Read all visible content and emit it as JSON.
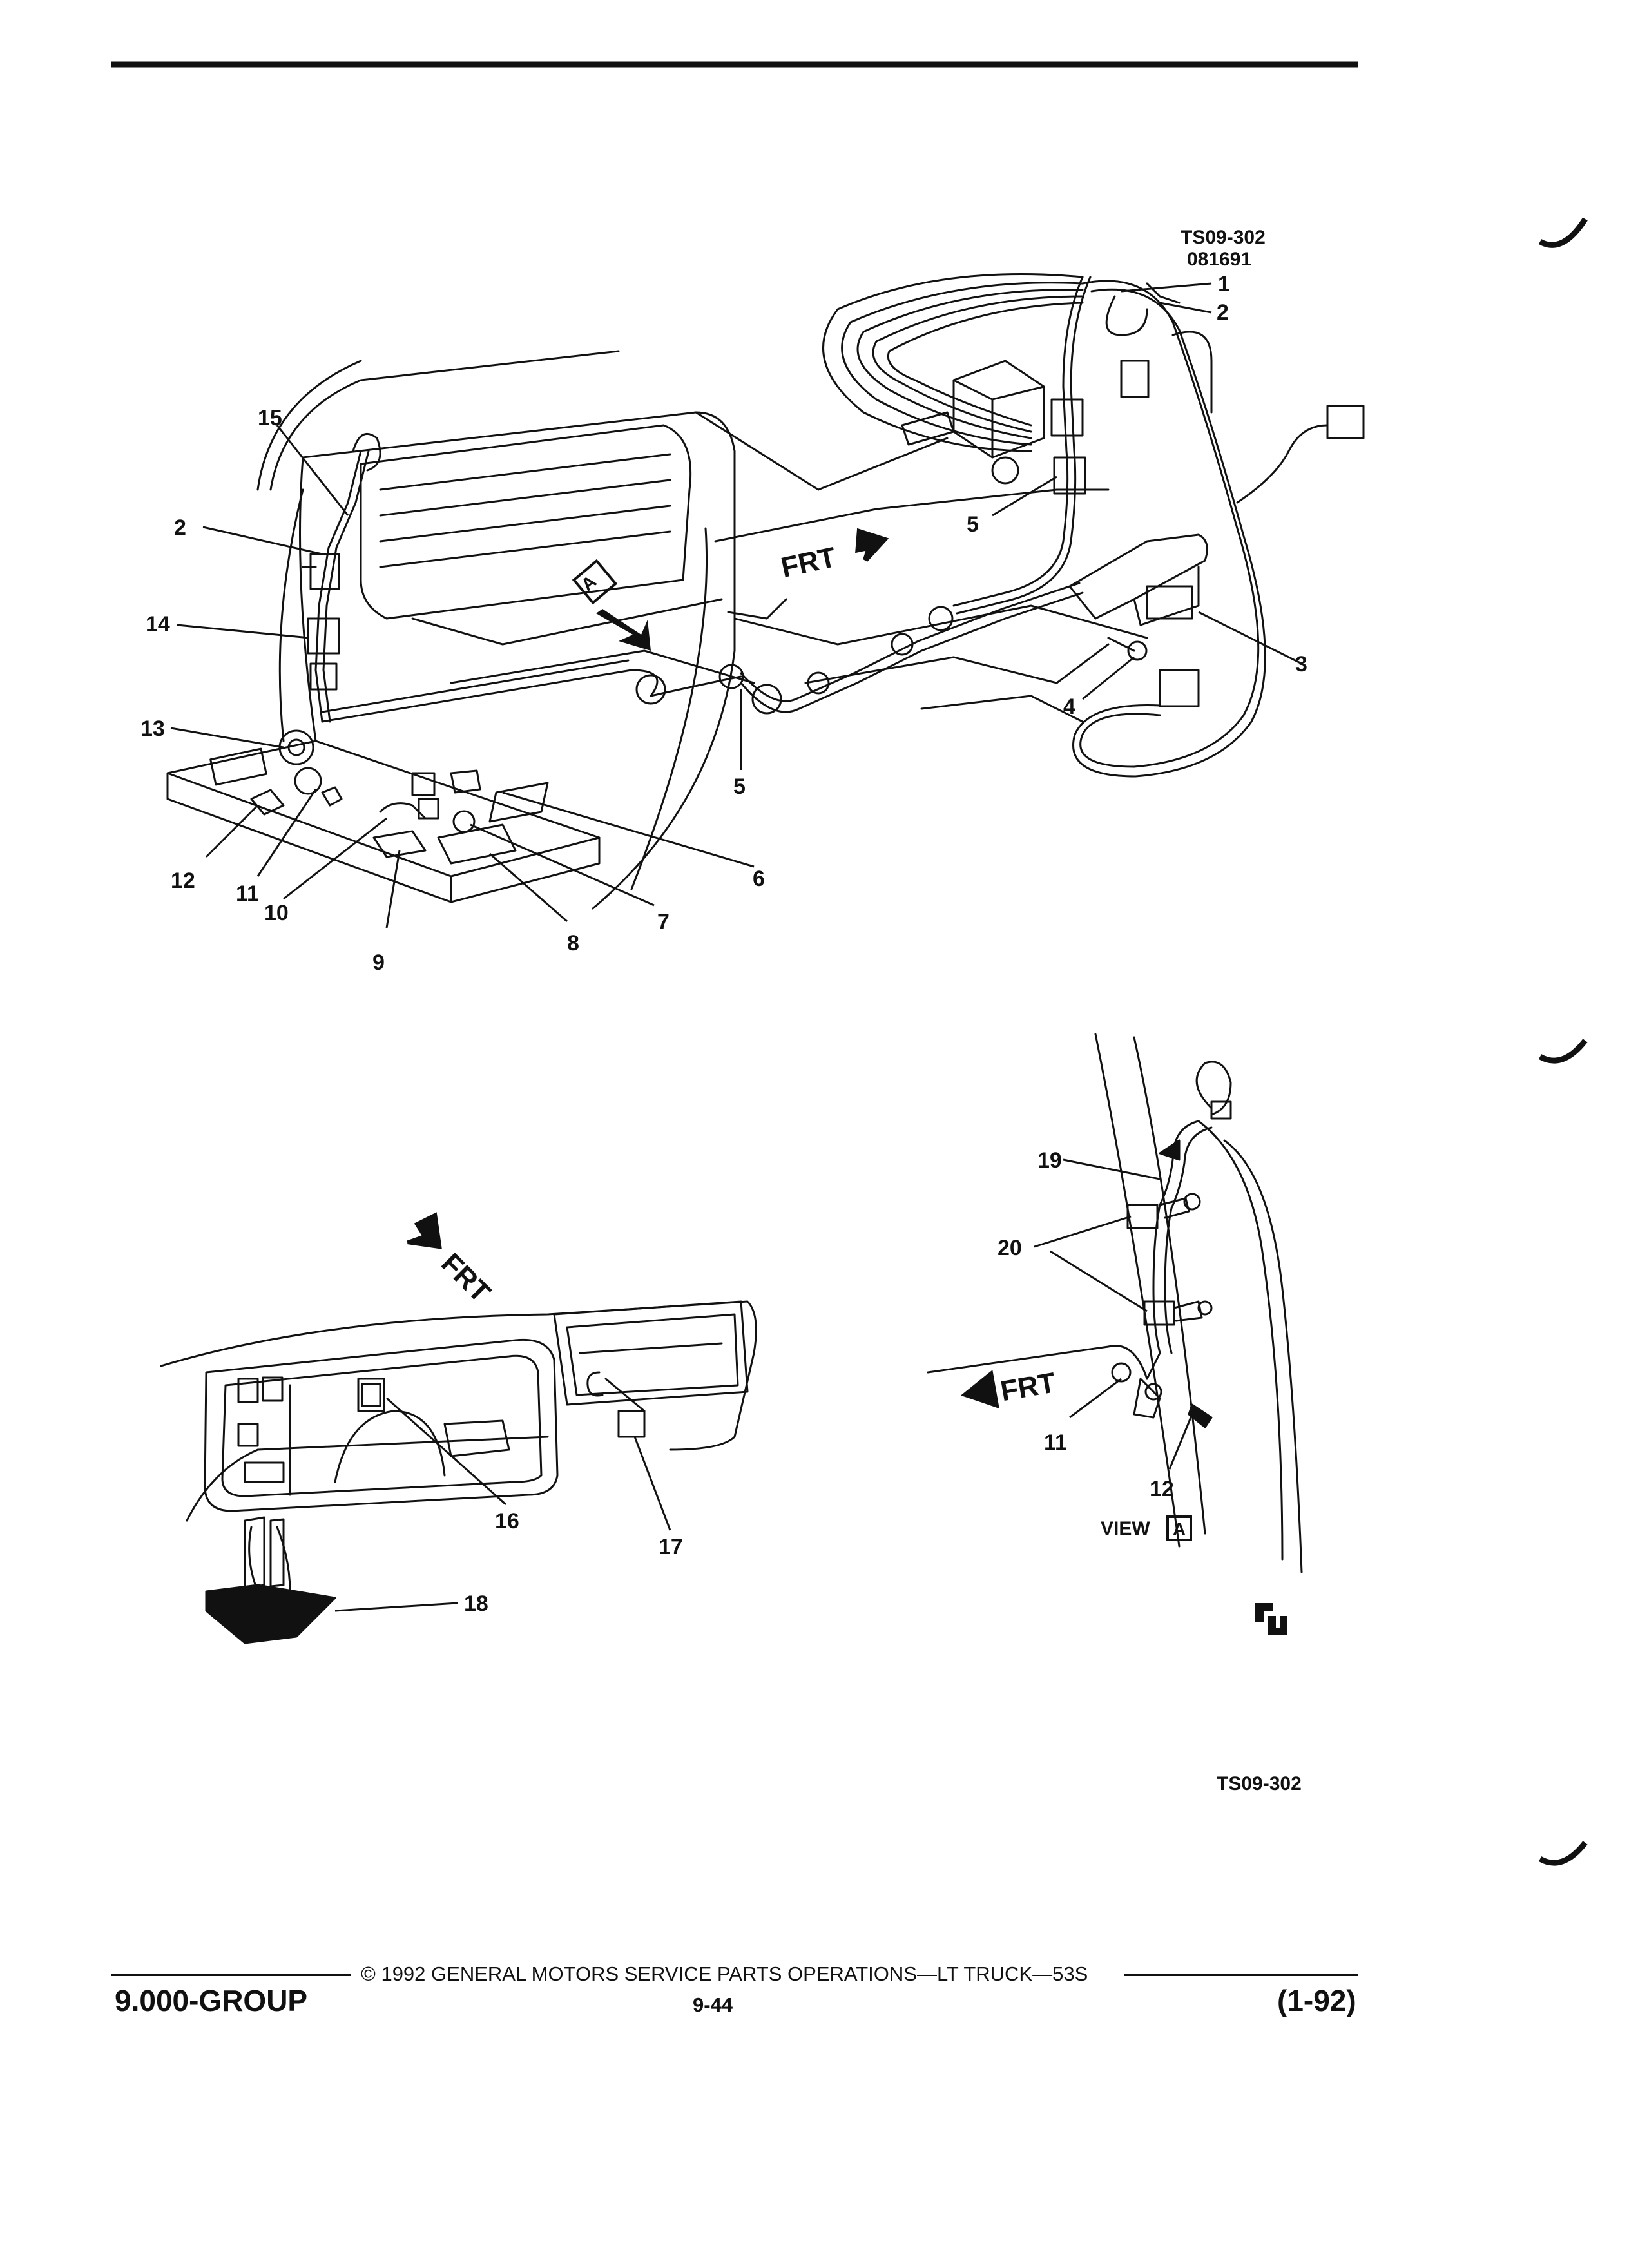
{
  "figure": {
    "code_top": "TS09-302",
    "code_top_date": "081691",
    "code_bottom": "TS09-302",
    "view_label": "VIEW",
    "view_letter": "A",
    "view_marker_letter": "A",
    "frt_main": "FRT",
    "frt_dash": "FRT",
    "frt_view": "FRT",
    "callouts_main": [
      "1",
      "2",
      "2",
      "3",
      "4",
      "5",
      "5",
      "6",
      "7",
      "8",
      "9",
      "10",
      "11",
      "12",
      "13",
      "14",
      "15"
    ],
    "callouts_dash": [
      "16",
      "17",
      "18"
    ],
    "callouts_view": [
      "19",
      "20",
      "11",
      "12"
    ]
  },
  "footer": {
    "copyright": "© 1992 GENERAL MOTORS SERVICE PARTS OPERATIONS—LT TRUCK—53S",
    "group": "9.000-GROUP",
    "page": "9-44",
    "date": "(1-92)"
  }
}
